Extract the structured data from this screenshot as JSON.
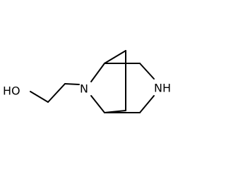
{
  "molecule": {
    "atoms": {
      "oh": "HO",
      "n_bridge": "N",
      "nh": "NH"
    }
  }
}
